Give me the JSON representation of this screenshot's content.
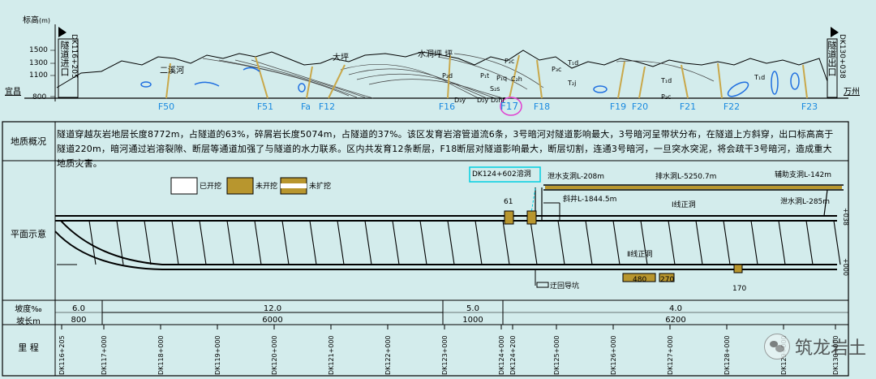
{
  "header": {
    "y_axis_label": "标高",
    "y_axis_unit": "(m)",
    "elev_ticks": [
      "1500",
      "1300",
      "1100",
      "800"
    ]
  },
  "profile": {
    "left_label": "宜昌",
    "right_label": "万州",
    "entrance_label": "隧道进口",
    "entrance_km": "DK116+205",
    "exit_label": "隧道出口",
    "exit_km": "DK130+038",
    "places": [
      "二溪河",
      "大坪",
      "水洞坪 坪"
    ],
    "faults": [
      "F50",
      "F51",
      "Fa",
      "F12",
      "F16",
      "F17",
      "F18",
      "F19",
      "F20",
      "F21",
      "F22",
      "F23"
    ],
    "strata_marks": [
      "P₂c",
      "P₂d",
      "P₁t",
      "P₁q",
      "C₂h",
      "D₃y",
      "D₂y",
      "D₂hf",
      "S₂s",
      "T₁d",
      "T₂j",
      "P₃c",
      "T₁d",
      "T₁d",
      "P₂c"
    ]
  },
  "geology": {
    "label": "地质概况",
    "text": "隧道穿越灰岩地层长度8772m，占隧道的63%，碎屑岩长度5074m，占隧道的37%。该区发育岩溶管道流6条，3号暗河对隧道影响最大，3号暗河呈带状分布，在隧道上方斜穿，出口标高高于隧道220m，暗河通过岩溶裂隙、断层等通道加强了与隧道的水力联系。区内共发育12条断层，F18断层对隧道影响最大，断层切割，连通3号暗河，一旦突水突泥，将会疏干3号暗河，造成重大地质灾害。"
  },
  "plan": {
    "label": "平面示意",
    "legend": [
      "已开挖",
      "未开挖",
      "未扩挖"
    ],
    "highlight_box": "DK124+602溶洞",
    "drains": [
      "泄水支洞L-208m",
      "排水洞L-5250.7m",
      "辅助支洞L-142m",
      "泄水洞L-285m"
    ],
    "line1": "Ⅰ线正洞",
    "line2": "Ⅱ线正洞",
    "adit": "斜井L-1844.5m",
    "detour": "迂回导坑",
    "lengths": [
      "61",
      "480",
      "270",
      "170"
    ],
    "plus038": "+038",
    "plus000": "+000"
  },
  "slope": {
    "label1": "坡度‰",
    "label2": "坡长m",
    "segments": [
      {
        "grade": "6.0",
        "length": "800"
      },
      {
        "grade": "12.0",
        "length": "6000"
      },
      {
        "grade": "5.0",
        "length": "1000"
      },
      {
        "grade": "4.0",
        "length": "6200"
      }
    ]
  },
  "mileage": {
    "label": "里 程",
    "stations": [
      "DK116+205",
      "DK117+000",
      "DK118+000",
      "DK119+000",
      "DK120+000",
      "DK121+000",
      "DK122+000",
      "DK123+000",
      "DK124+000",
      "DK124+200",
      "DK125+000",
      "DK126+000",
      "DK127+000",
      "DK128+000",
      "DK129+000",
      "DK130+000"
    ]
  },
  "watermark": "筑龙岩土",
  "colors": {
    "bg": "#d3ecec",
    "fault": "#2196f3",
    "gold": "#b8962e",
    "cyan": "#00cfe0",
    "magenta": "#e040d0"
  }
}
